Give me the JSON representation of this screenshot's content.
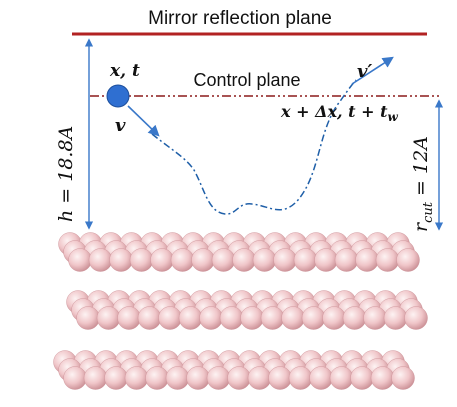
{
  "labels": {
    "mirror_plane": "Mirror reflection plane",
    "control_plane": "Control plane",
    "position_time": "x, t",
    "velocity_in": "v",
    "velocity_out": "v′",
    "exit_state": "x + Δx, t + t",
    "exit_subscript": "w",
    "height_main": "h = 18.8A",
    "rcut_symbol": "r",
    "rcut_subscript": "cut",
    "rcut_value": " = 12A"
  },
  "colors": {
    "mirror_line": "#b22222",
    "control_line": "#8b1a1a",
    "arrows": "#3a78c9",
    "particle_fill": "#2f6fd1",
    "particle_stroke": "#1d4f9c",
    "path": "#1f5fa8",
    "atom_light": "#fbe9ea",
    "atom_mid": "#eebcc0",
    "atom_dark": "#c98d93"
  },
  "atom_layers": [
    {
      "rows": 3,
      "cols": 17
    },
    {
      "rows": 3,
      "cols": 17
    },
    {
      "rows": 3,
      "cols": 17
    }
  ]
}
